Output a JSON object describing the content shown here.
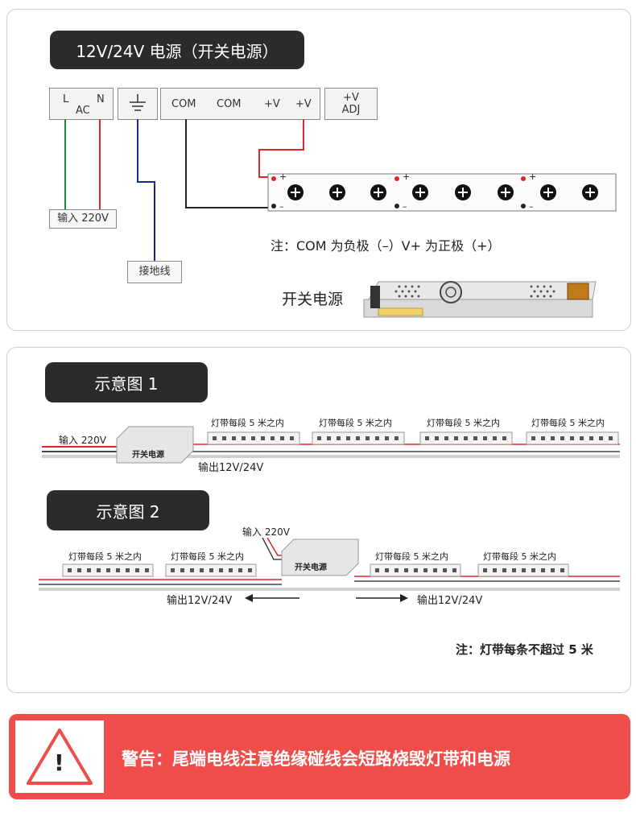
{
  "panel1": {
    "title": "12V/24V 电源（开关电源）",
    "terminals": {
      "ac_l": "L",
      "ac_n": "N",
      "ac": "AC",
      "com1": "COM",
      "com2": "COM",
      "vplus1": "+V",
      "vplus2": "+V",
      "adj_v": "+V",
      "adj": "ADJ"
    },
    "input_label": "输入 220V",
    "ground_label": "接地线",
    "note": "注：COM 为负极（–）V+ 为正极（+）",
    "psu_label": "开关电源",
    "strip_marks": {
      "plus": "+",
      "minus": "–"
    }
  },
  "panel2": {
    "diagram1": {
      "title": "示意图 1",
      "input_label": "输入 220V",
      "psu_label": "开关电源",
      "output_label": "输出12V/24V",
      "strip_labels": [
        "灯带每段 5 米之内",
        "灯带每段 5 米之内",
        "灯带每段 5 米之内",
        "灯带每段 5 米之内"
      ]
    },
    "diagram2": {
      "title": "示意图 2",
      "input_label": "输入 220V",
      "psu_label": "开关电源",
      "output_left": "输出12V/24V",
      "output_right": "输出12V/24V",
      "strip_labels": [
        "灯带每段 5 米之内",
        "灯带每段 5 米之内",
        "灯带每段 5 米之内",
        "灯带每段 5 米之内"
      ]
    },
    "note": "注：灯带每条不超过 5 米"
  },
  "warning": {
    "icon_text": "!",
    "text": "警告：尾端电线注意绝缘碰线会短路烧毁灯带和电源"
  },
  "colors": {
    "pill_bg": "#2b2b2b",
    "warning_bg": "#ee4d4a",
    "wire_red": "#e0262a",
    "wire_green": "#1e8a3c",
    "wire_blue": "#1a2a8c"
  }
}
